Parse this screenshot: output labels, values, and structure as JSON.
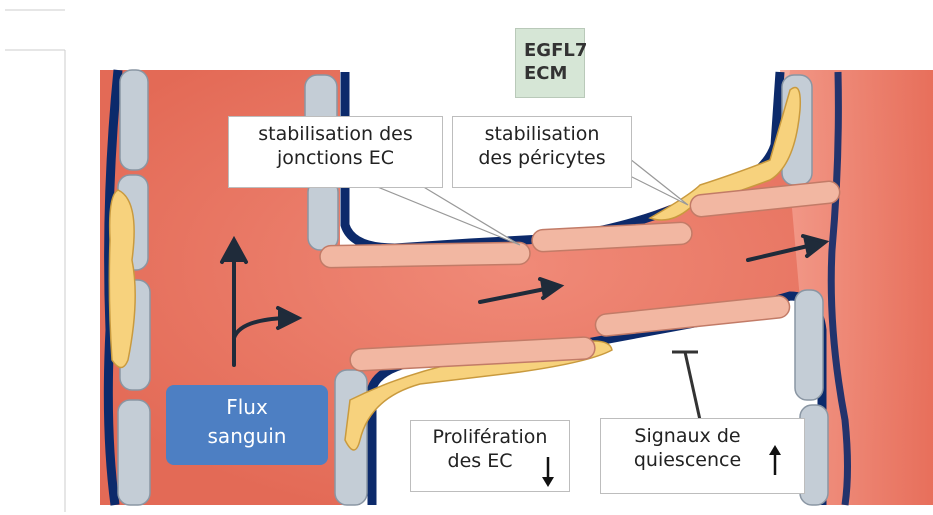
{
  "labels": {
    "egfl7": [
      "EGFL7",
      "ECM"
    ],
    "junctions": [
      "stabilisation des",
      "jonctions EC"
    ],
    "pericytes": [
      "stabilisation",
      "des péricytes"
    ],
    "flux": [
      "Flux",
      "sanguin"
    ],
    "proliferation": [
      "Prolifération",
      "des EC"
    ],
    "quiescence": [
      "Signaux de",
      "quiescence"
    ]
  },
  "colors": {
    "lumen": "#e8735f",
    "endothelial": "#f2b7a2",
    "pericyte": "#f7d27d",
    "smooth_cell": "#c4cdd6",
    "basement": "#0c2a6b",
    "flux_box": "#4d7fc3",
    "ecm_box": "#d6e6d6"
  },
  "icons": {
    "down_arrow": "arrow-down-icon",
    "up_arrow": "arrow-up-icon",
    "inhibition": "inhibition-t-icon"
  }
}
